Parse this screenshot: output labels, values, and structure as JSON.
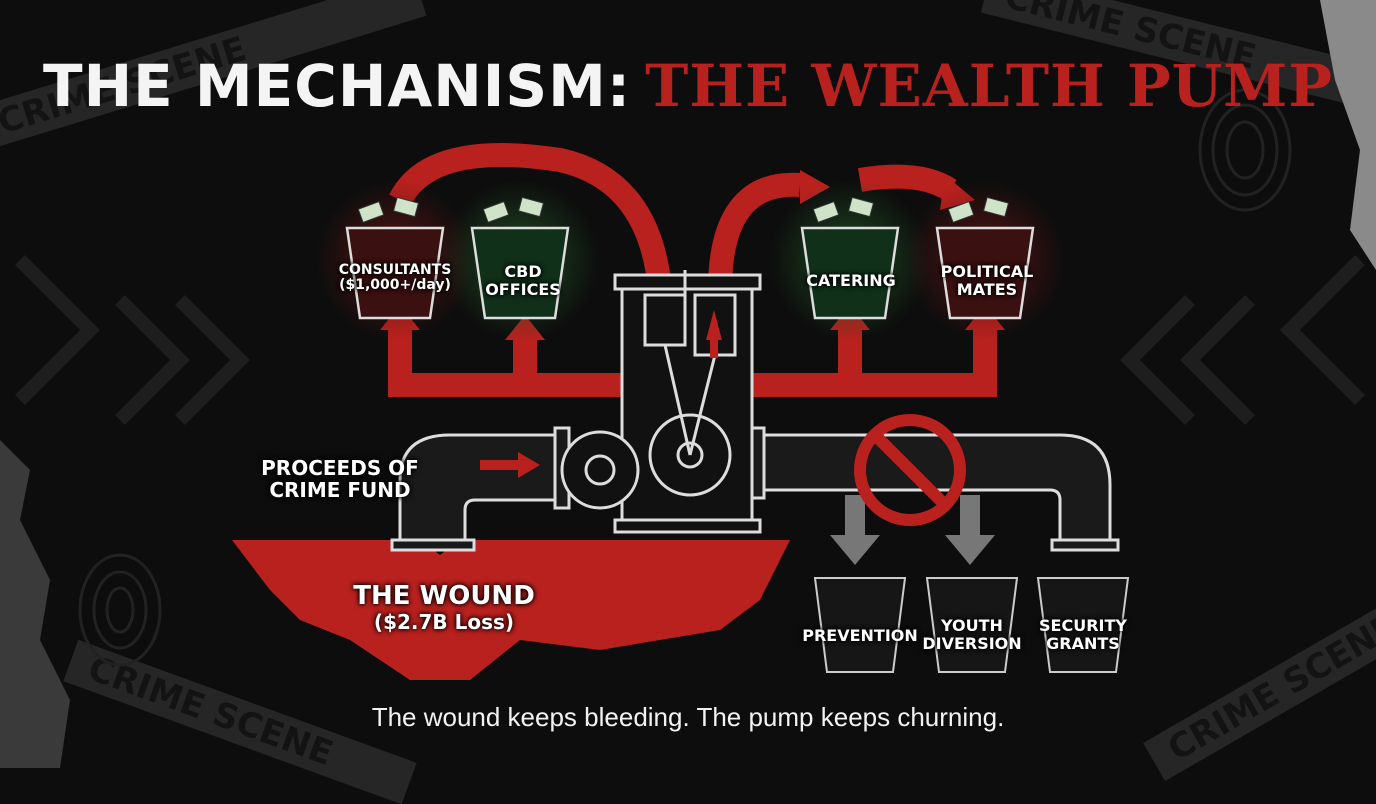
{
  "title": {
    "part1": "THE MECHANISM:",
    "part2": "THE WEALTH PUMP"
  },
  "top_buckets": [
    {
      "line1": "CONSULTANTS",
      "line2": "($1,000+/day)",
      "tint": "red"
    },
    {
      "line1": "CBD",
      "line2": "OFFICES",
      "tint": "green"
    },
    {
      "line1": "CATERING",
      "line2": "",
      "tint": "green"
    },
    {
      "line1": "POLITICAL",
      "line2": "MATES",
      "tint": "red"
    }
  ],
  "source": {
    "line1": "PROCEEDS OF",
    "line2": "CRIME FUND"
  },
  "wound": {
    "line1": "THE WOUND",
    "line2": "($2.7B Loss)"
  },
  "bottom_buckets": [
    {
      "line1": "PREVENTION",
      "line2": ""
    },
    {
      "line1": "YOUTH",
      "line2": "DIVERSION"
    },
    {
      "line1": "SECURITY",
      "line2": "GRANTS"
    }
  ],
  "caption": "The wound keeps bleeding. The pump keeps churning.",
  "tape_text": "CRIME SCENE",
  "colors": {
    "accent_red": "#b8211e",
    "background": "#0d0d0d",
    "text": "#f4f4f4"
  }
}
